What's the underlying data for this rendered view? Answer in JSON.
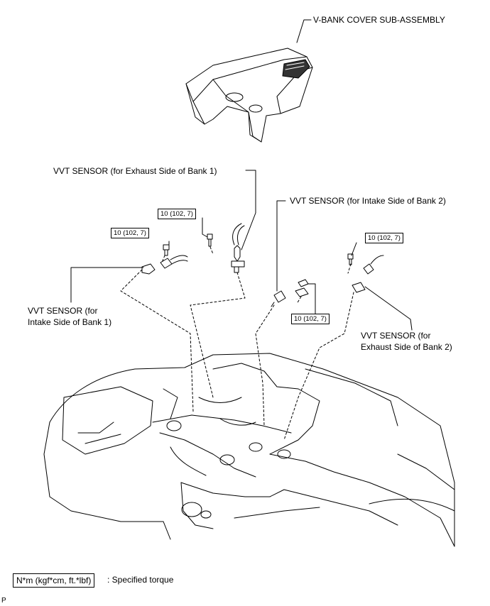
{
  "labels": {
    "cover": "V-BANK COVER SUB-ASSEMBLY",
    "vvt_exhaust_bank1": "VVT SENSOR (for Exhaust Side of Bank 1)",
    "vvt_intake_bank2": "VVT SENSOR (for Intake Side of Bank 2)",
    "vvt_intake_bank1_line1": "VVT SENSOR (for",
    "vvt_intake_bank1_line2": "Intake Side of Bank 1)",
    "vvt_exhaust_bank2_line1": "VVT SENSOR (for",
    "vvt_exhaust_bank2_line2": "Exhaust Side of Bank 2)"
  },
  "torque": {
    "bolt_exhaust_bank1": "10 (102, 7)",
    "bolt_intake_bank1": "10 (102, 7)",
    "bolt_intake_bank2": "10 (102, 7)",
    "bolt_exhaust_bank2": "10 (102, 7)"
  },
  "legend": {
    "box": "N*m (kgf*cm, ft.*lbf)",
    "text": ": Specified torque"
  },
  "footer": {
    "mark": "P"
  }
}
